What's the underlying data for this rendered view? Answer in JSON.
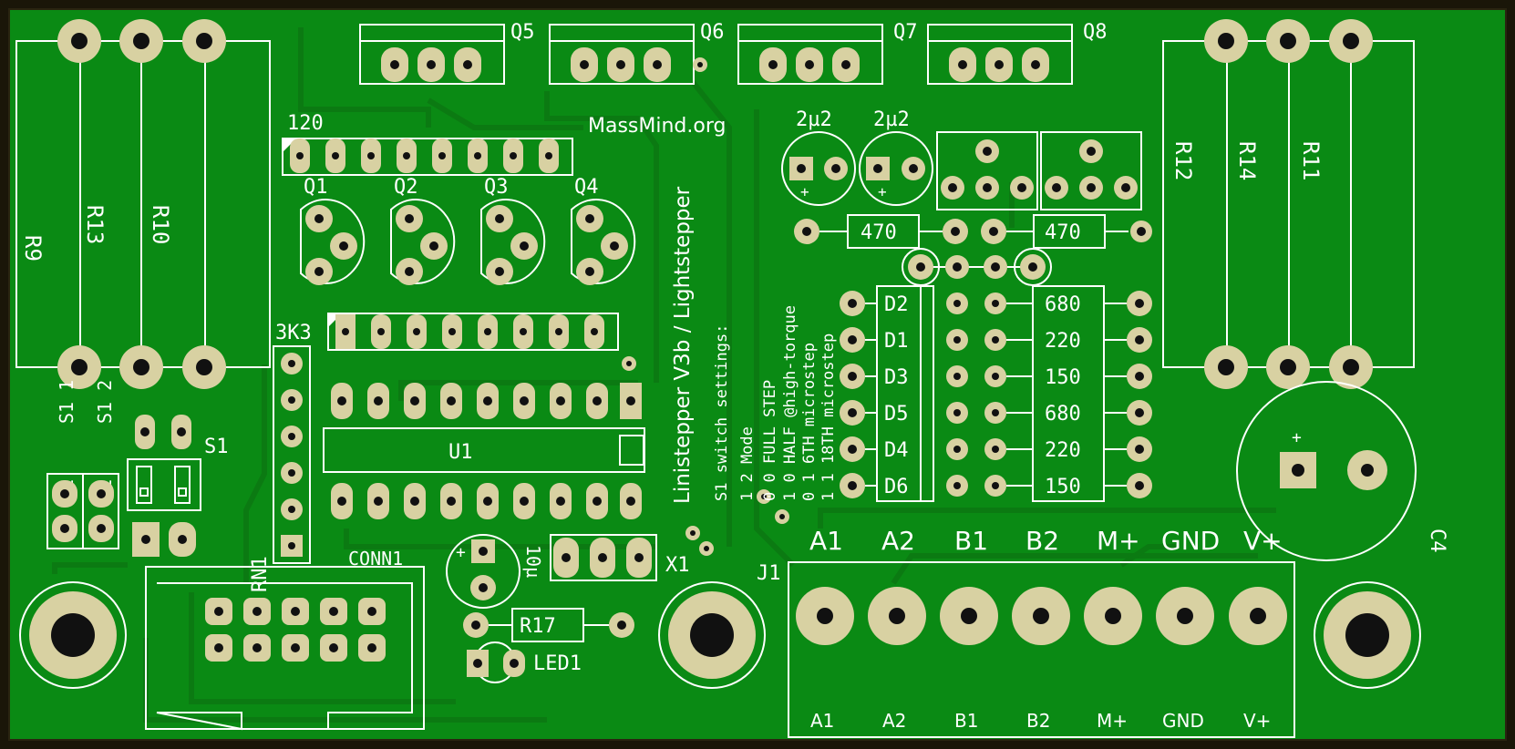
{
  "colors": {
    "background": "#1a1608",
    "board": "#0a8a14",
    "trace": "#0b7a12",
    "pad": "#d8d1a2",
    "hole": "#111111",
    "silk": "#ffffff",
    "edge": "#2a2410"
  },
  "labels": {
    "website": "MassMind.org",
    "board_name": "Linistepper V3b / Lightstepper",
    "switch_title": "S1 switch settings:",
    "mode_header": "1 2 Mode",
    "mode_row1": "0 0 FULL STEP",
    "mode_row2": "1 0 HALF @high-torque",
    "mode_row3": "0 1 6TH microstep",
    "mode_row4": "1 1 18TH microstep",
    "q5": "Q5",
    "q6": "Q6",
    "q7": "Q7",
    "q8": "Q8",
    "r120": "120",
    "q1": "Q1",
    "q2": "Q2",
    "q3": "Q3",
    "q4": "Q4",
    "r3k3": "3K3",
    "cap1": "2µ2",
    "cap2": "2µ2",
    "r9": "R9",
    "r13": "R13",
    "r10": "R10",
    "r12": "R12",
    "r14": "R14",
    "r11": "R11",
    "r470a": "470",
    "r470b": "470",
    "u1": "U1",
    "rn1": "RN1",
    "s1": "S1",
    "s1_1": "S1 1",
    "s1_2": "S1 2",
    "conn1": "CONN1",
    "x1": "X1",
    "j1": "J1",
    "cap10u": "10µ",
    "r17": "R17",
    "led1": "LED1",
    "c4": "C4",
    "plus": "+"
  },
  "diodes": [
    "D2",
    "D1",
    "D3",
    "D5",
    "D4",
    "D6"
  ],
  "resistors_right": [
    "680",
    "220",
    "150",
    "680",
    "220",
    "150"
  ],
  "terminals": [
    "A1",
    "A2",
    "B1",
    "B2",
    "M+",
    "GND",
    "V+"
  ]
}
